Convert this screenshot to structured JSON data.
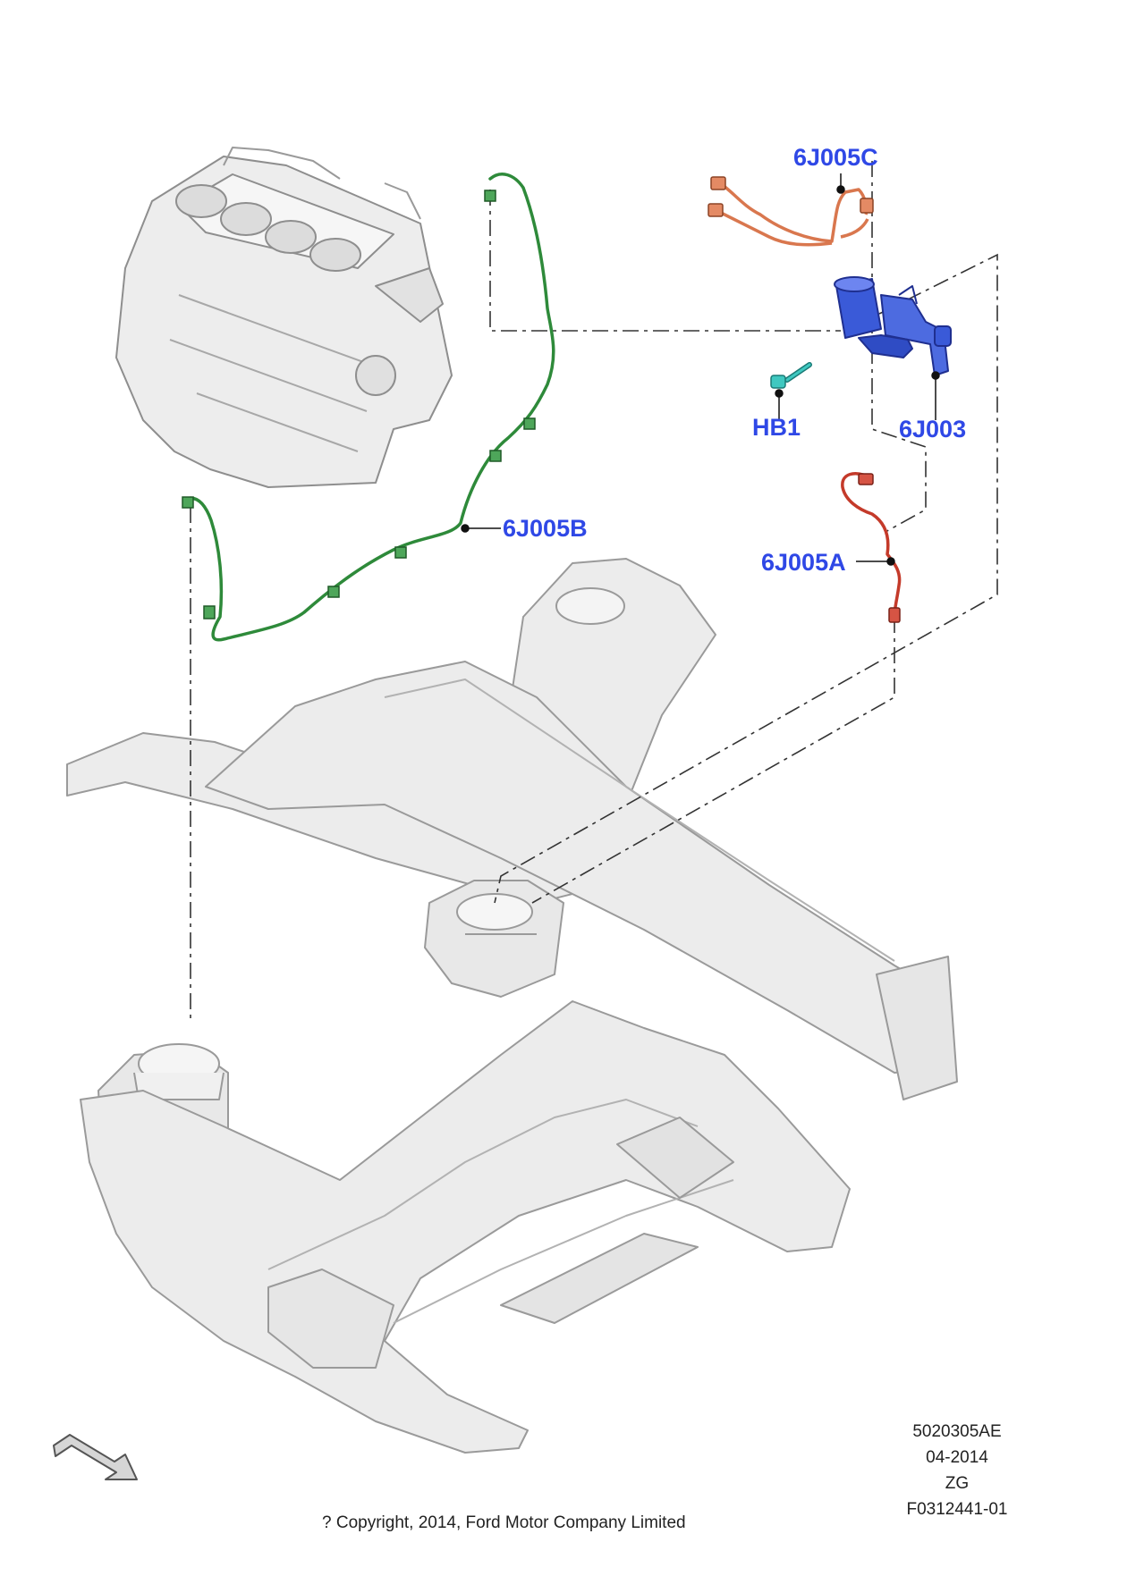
{
  "callouts": {
    "part_6j005c": "6J005C",
    "part_hb1": "HB1",
    "part_6j003": "6J003",
    "part_6j005b": "6J005B",
    "part_6j005a": "6J005A"
  },
  "footer": {
    "drawing_number": "5020305AE",
    "date": "04-2014",
    "code": "ZG",
    "figure_id": "F0312441-01",
    "copyright": "? Copyright, 2014, Ford Motor Company Limited"
  },
  "colors": {
    "callout_text": "#2f48e6",
    "harness_6j005b": "#2e8a3a",
    "harness_6j005c": "#d9774e",
    "harness_6j005a": "#c43a2a",
    "filter_6j003": "#3a5ad8",
    "bolt_hb1": "#3fc8c0",
    "structure_fill": "#ececec",
    "structure_stroke": "#9a9a9a"
  }
}
